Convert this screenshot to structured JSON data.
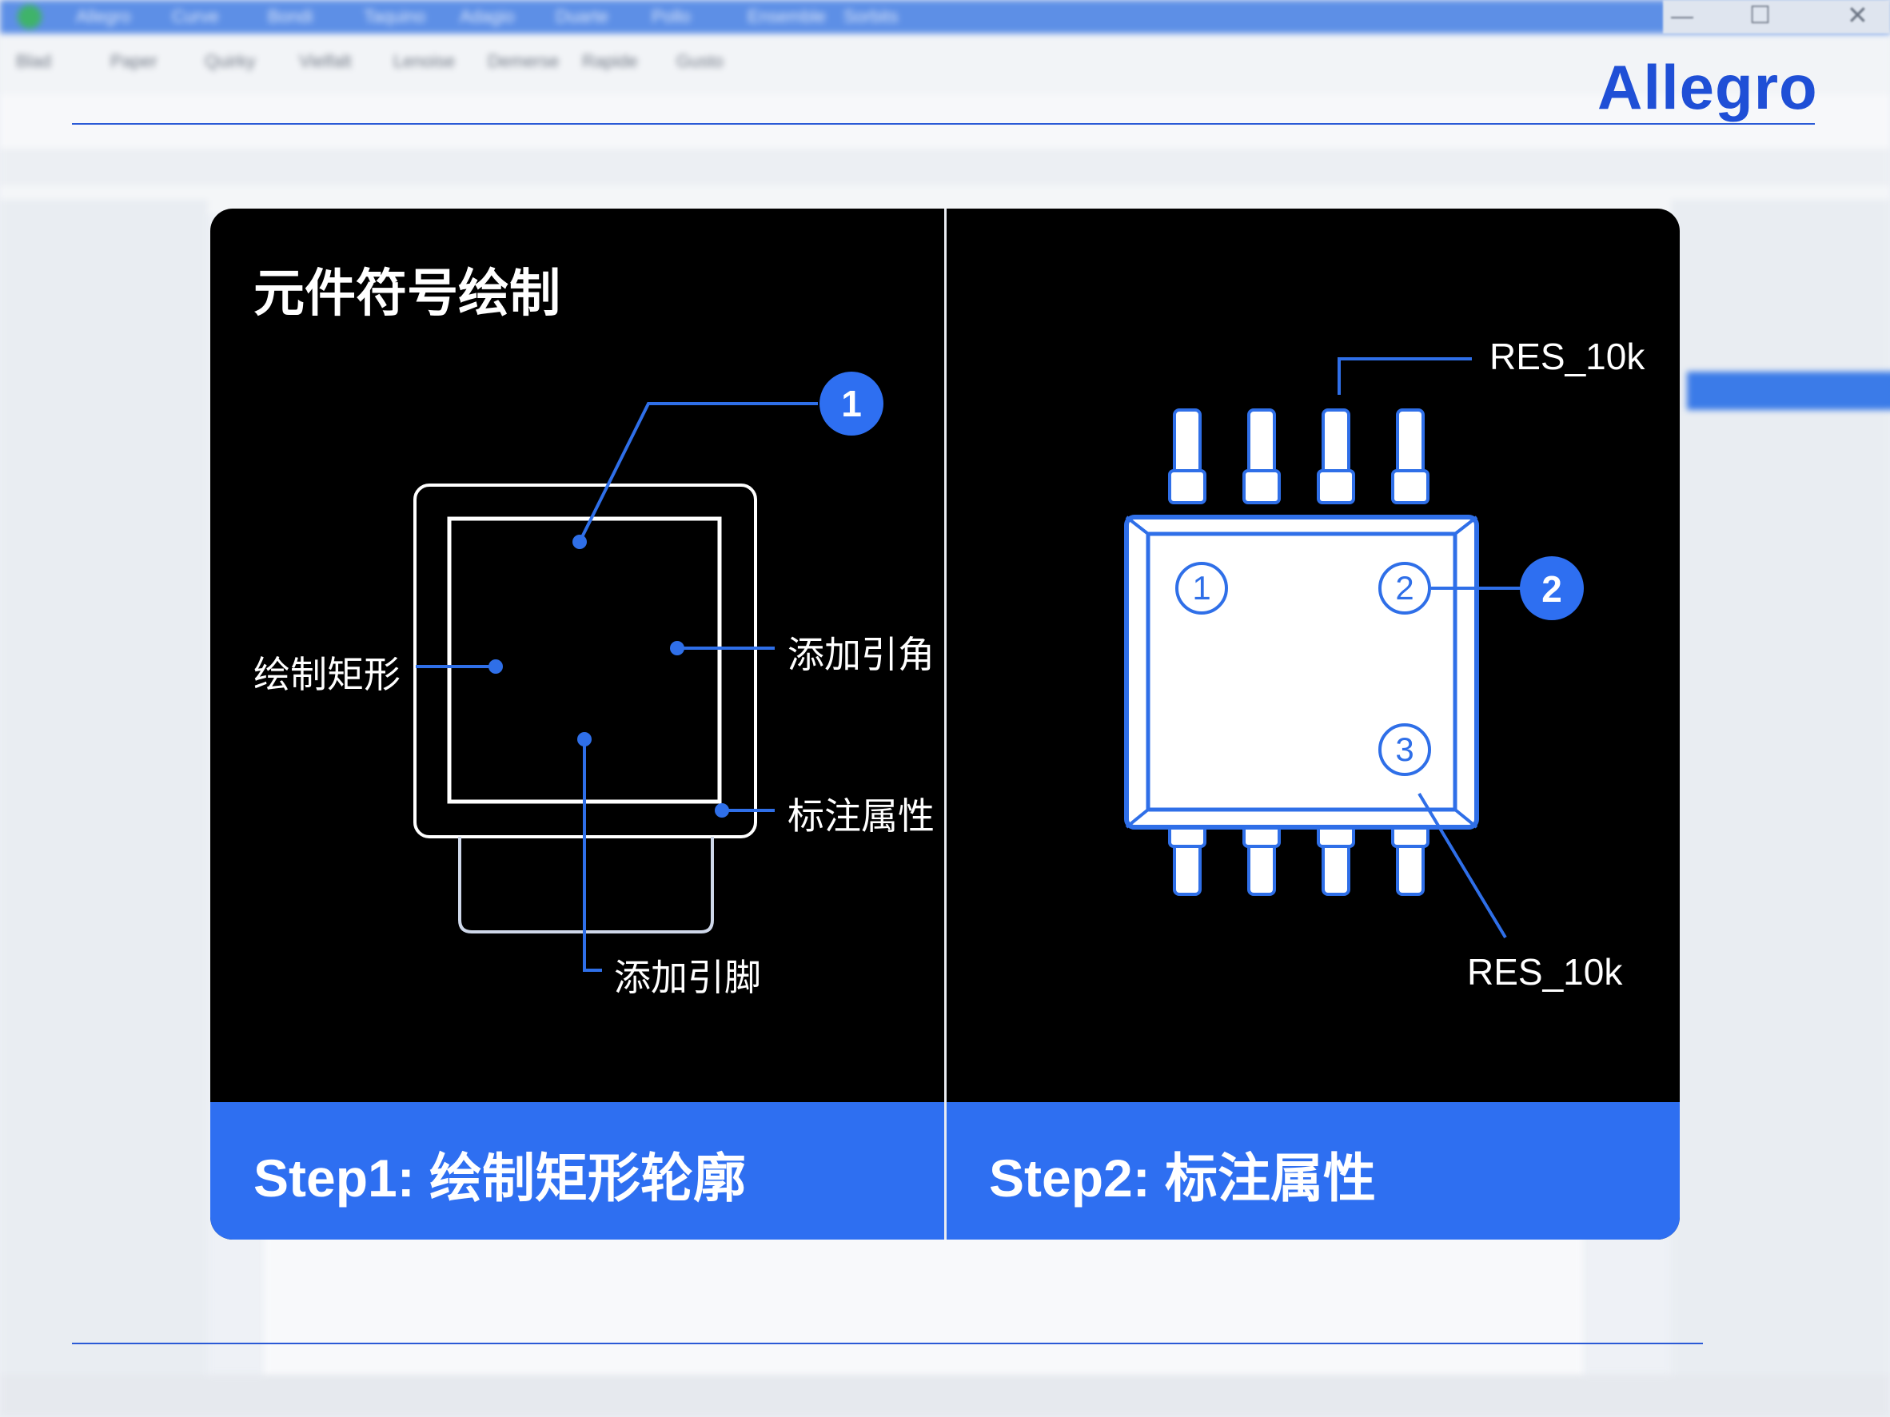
{
  "background": {
    "menu_items": [
      "Blad",
      "Paper",
      "Quirky",
      "Vielfalt",
      "Lenoise",
      "Demerse",
      "Rapide",
      "Gusto"
    ],
    "title_items": [
      "Allegro",
      "Curve",
      "Bondi",
      "Taquino",
      "Adagio",
      "Duarte",
      "Pollo",
      "Ensemble",
      "Sorbits"
    ]
  },
  "logo": {
    "text": "Allegro",
    "color": "#1f4fd6"
  },
  "panel_left": {
    "title": "元件符号绘制",
    "callout_number": "1",
    "labels": {
      "draw_rect": "绘制矩形",
      "add_pin_angle": "添加引角",
      "annotate_attr": "标注属性",
      "add_pin": "添加引脚"
    },
    "step": "Step1:  绘制矩形轮廓"
  },
  "panel_right": {
    "callout_number": "2",
    "pin_numbers": [
      "1",
      "2",
      "3"
    ],
    "labels": {
      "top": "RES_10k",
      "bottom": "RES_10k"
    },
    "step": "Step2:  标注属性"
  },
  "colors": {
    "accent": "#2e6ff1",
    "line_blue": "#2f6fe8",
    "card_bg": "#000000"
  }
}
